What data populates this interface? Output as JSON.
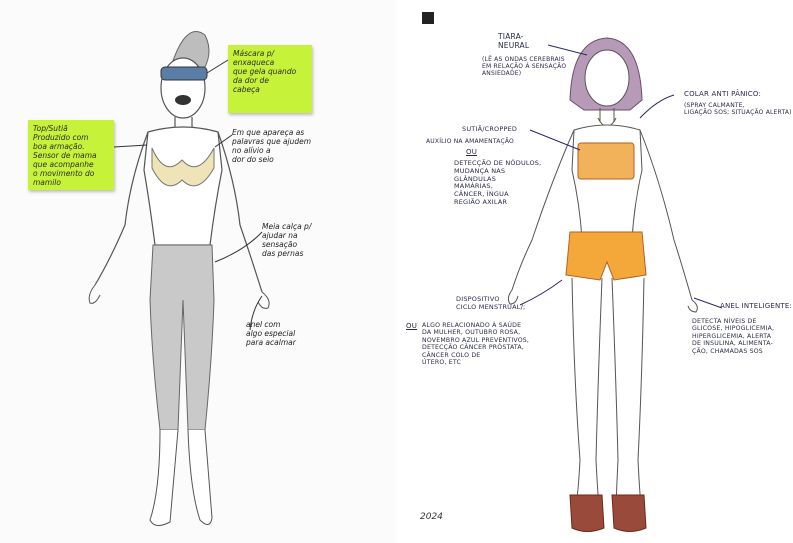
{
  "left": {
    "sticky_glasses": "Máscara p/ enxaqueca\nque gela quando\nda dor de\ncabeça",
    "sticky_top": "Top/Sutiã\nProduzido com\nboa armação.\nSensor de mama\nque acompanhe\no movimento do mamilo",
    "note_cups": "Em que apareça as\npalavras que ajudem\nno alívio a\ndor do seio",
    "note_leggings": "Meia calça p/\najudar na\nsensação\ndas pernas",
    "note_ring": "anel com\nalgo especial\npara acalmar"
  },
  "right": {
    "note_tiara": "TIARA-\nNEURAL",
    "note_tiara_desc": "(LÊ AS ONDAS CEREBRAIS\nEM RELAÇÃO À SENSAÇÃO\nANSIEDADE)",
    "note_collar_title": "COLAR ANTI PÂNICO:",
    "note_collar_desc": "(SPRAY CALMANTE,\nLIGAÇÃO SOS; SITUAÇÃO ALERTA)",
    "note_bra_title": "SUTIÃ/CROPPED",
    "note_bra_left": "AUXÍLIO NA AMAMENTAÇÃO",
    "note_bra_ou": "OU",
    "note_bra_desc": "DETECÇÃO DE NÓDULOS,\nMUDANÇA NAS\nGLÂNDULAS\nMAMÁRIAS,\nCÂNCER, ÍNGUA\nREGIÃO AXILAR",
    "note_device_title": "DISPOSITIVO\nCICLO MENSTRUAL/;",
    "note_device_ou": "OU",
    "note_device_desc": "ALGO RELACIONADO À SAÚDE\nDA MULHER, OUTUBRO ROSA,\nNOVEMBRO AZUL PREVENTIVOS,\nDETECÇÃO CÂNCER PRÓSTATA,\nCÂNCER COLO DE\nÚTERO, ETC",
    "note_ring_title": "ANEL INTELIGENTE:",
    "note_ring_desc": "DETECTA NÍVEIS DE\nGLICOSE, HIPOGLICEMIA,\nHIPERGLICEMIA, ALERTA\nDE INSULINA, ALIMENTA-\nÇÃO, CHAMADAS SOS",
    "signature": "2024"
  },
  "colors": {
    "sticky": "#c6f23a",
    "bra_left": "#efe3b8",
    "leggings": "#c9c9c9",
    "mask": "#5b7ea8",
    "bra_right": "#f2b25a",
    "shorts_right": "#f4a83a",
    "hair_right": "#b79ab8",
    "shoes": "#9a4a3a"
  }
}
